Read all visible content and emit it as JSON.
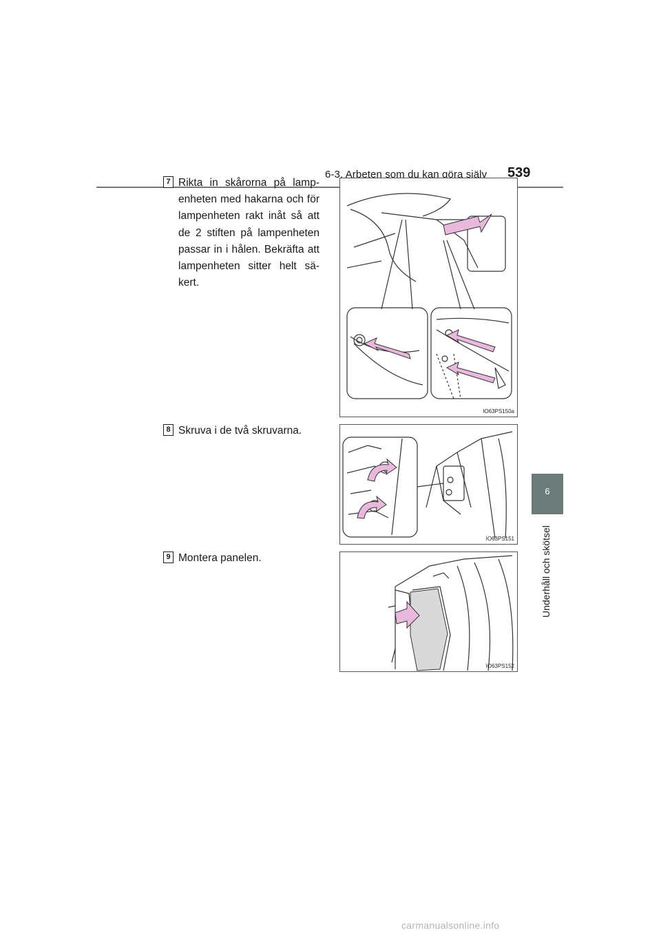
{
  "header": {
    "section": "6-3. Arbeten som du kan göra själv",
    "page_number": "539"
  },
  "side_tab": {
    "number": "6",
    "label": "Underhåll och skötsel"
  },
  "steps": [
    {
      "number": "7",
      "text": "Rikta in skårorna på lamp-enheten med hakarna och för lampenheten rakt inåt så att de 2 stiften på lampenheten passar in i hålen. Bekräfta att lampenheten sitter helt sä-kert.",
      "figure_code": "IO63PS150a"
    },
    {
      "number": "8",
      "text": "Skruva i de två skruvarna.",
      "figure_code": "IO63PS151"
    },
    {
      "number": "9",
      "text": "Montera panelen.",
      "figure_code": "IO63PS152"
    }
  ],
  "footer": {
    "watermark": "carmanualsonline.info"
  },
  "colors": {
    "accent_gray": "#6c7a7a",
    "arrow_pink": "#e9b8dd"
  }
}
